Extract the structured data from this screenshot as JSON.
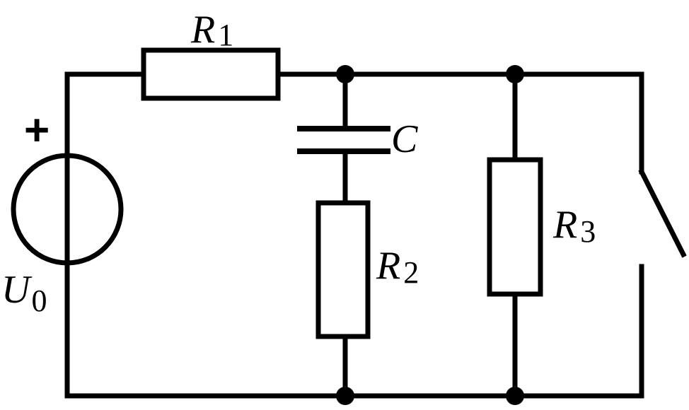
{
  "diagram": {
    "labels": {
      "r1": {
        "letter": "R",
        "sub": "1"
      },
      "r2": {
        "letter": "R",
        "sub": "2"
      },
      "r3": {
        "letter": "R",
        "sub": "3"
      },
      "c": {
        "letter": "C"
      },
      "u0": {
        "letter": "U",
        "sub": "0"
      },
      "polarity": "+"
    },
    "colors": {
      "line": "#000000",
      "background": "#ffffff"
    }
  }
}
